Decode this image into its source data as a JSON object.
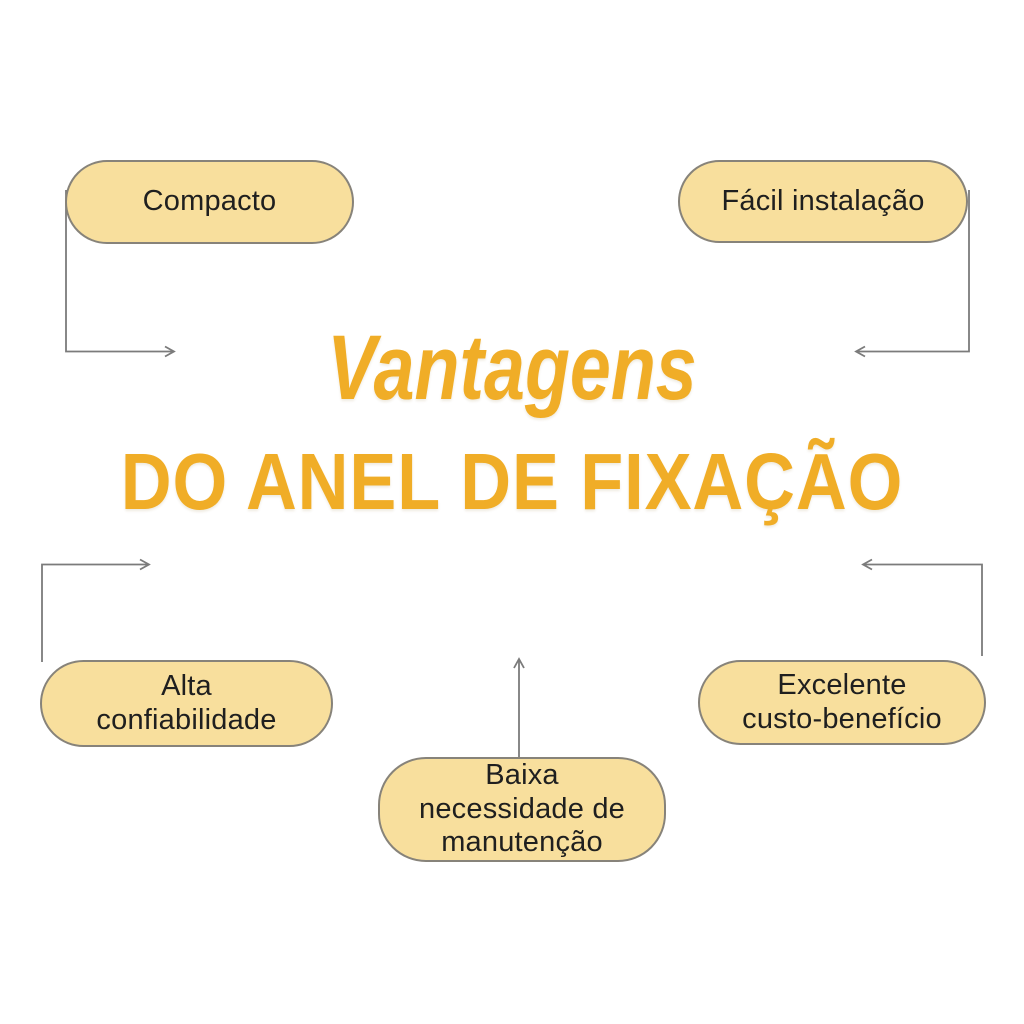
{
  "colors": {
    "background": "#ffffff",
    "accent": "#f0ad27",
    "node-fill": "#f8df9d",
    "node-border": "#87837a",
    "node-text": "#1f1f1f",
    "connector": "#7b7b7b"
  },
  "title": {
    "line1": "Vantagens",
    "line2": "DO ANEL DE FIXAÇÃO"
  },
  "nodes": {
    "compacto": {
      "label": "Compacto"
    },
    "facil_instalacao": {
      "label": "Fácil instalação"
    },
    "alta_confiabilidade": {
      "label": "Alta\nconfiabilidade"
    },
    "baixa_manutencao": {
      "label": "Baixa\nnecessidade de\nmanutenção"
    },
    "excelente_custo_beneficio": {
      "label": "Excelente\ncusto-benefício"
    }
  }
}
